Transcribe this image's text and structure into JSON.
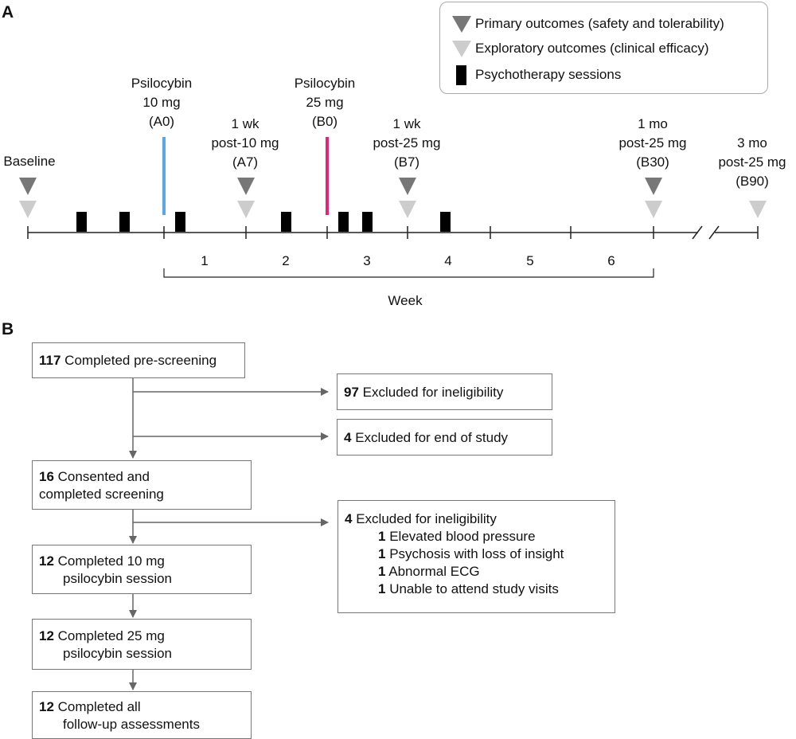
{
  "panel_a": {
    "label": "A"
  },
  "panel_b": {
    "label": "B"
  },
  "legend": {
    "primary": "Primary outcomes (safety and tolerability)",
    "exploratory": "Exploratory outcomes (clinical efficacy)",
    "psychotherapy": "Psychotherapy sessions",
    "colors": {
      "primary": "#777777",
      "exploratory": "#cccccc",
      "psychotherapy": "#000000"
    }
  },
  "timeline": {
    "baseline": "Baseline",
    "dose1": {
      "line1": "Psilocybin",
      "line2": "10 mg",
      "line3": "(A0)",
      "color": "#5aa7e6"
    },
    "dose2": {
      "line1": "Psilocybin",
      "line2": "25 mg",
      "line3": "(B0)",
      "color": "#e8217a"
    },
    "a7": {
      "line1": "1 wk",
      "line2": "post-10 mg",
      "line3": "(A7)"
    },
    "b7": {
      "line1": "1 wk",
      "line2": "post-25 mg",
      "line3": "(B7)"
    },
    "b30": {
      "line1": "1 mo",
      "line2": "post-25 mg",
      "line3": "(B30)"
    },
    "b90": {
      "line1": "3 mo",
      "line2": "post-25 mg",
      "line3": "(B90)"
    },
    "weeks": [
      "1",
      "2",
      "3",
      "4",
      "5",
      "6"
    ],
    "axis_label": "Week"
  },
  "flow": {
    "prescreen": {
      "count": "117",
      "text": "Completed pre-screening"
    },
    "excl1": {
      "count": "97",
      "text": "Excluded for ineligibility"
    },
    "excl2": {
      "count": "4",
      "text": "Excluded for end of study"
    },
    "consented": {
      "count": "16",
      "text1": "Consented and",
      "text2": "completed screening"
    },
    "excl3": {
      "count": "4",
      "text": "Excluded for ineligibility",
      "reasons": [
        {
          "count": "1",
          "text": "Elevated blood pressure"
        },
        {
          "count": "1",
          "text": "Psychosis with loss of insight"
        },
        {
          "count": "1",
          "text": "Abnormal ECG"
        },
        {
          "count": "1",
          "text": "Unable to attend study visits"
        }
      ]
    },
    "session10": {
      "count": "12",
      "text1": "Completed 10 mg",
      "text2": "psilocybin session"
    },
    "session25": {
      "count": "12",
      "text1": "Completed 25 mg",
      "text2": "psilocybin session"
    },
    "followup": {
      "count": "12",
      "text1": "Completed all",
      "text2": "follow-up assessments"
    }
  }
}
